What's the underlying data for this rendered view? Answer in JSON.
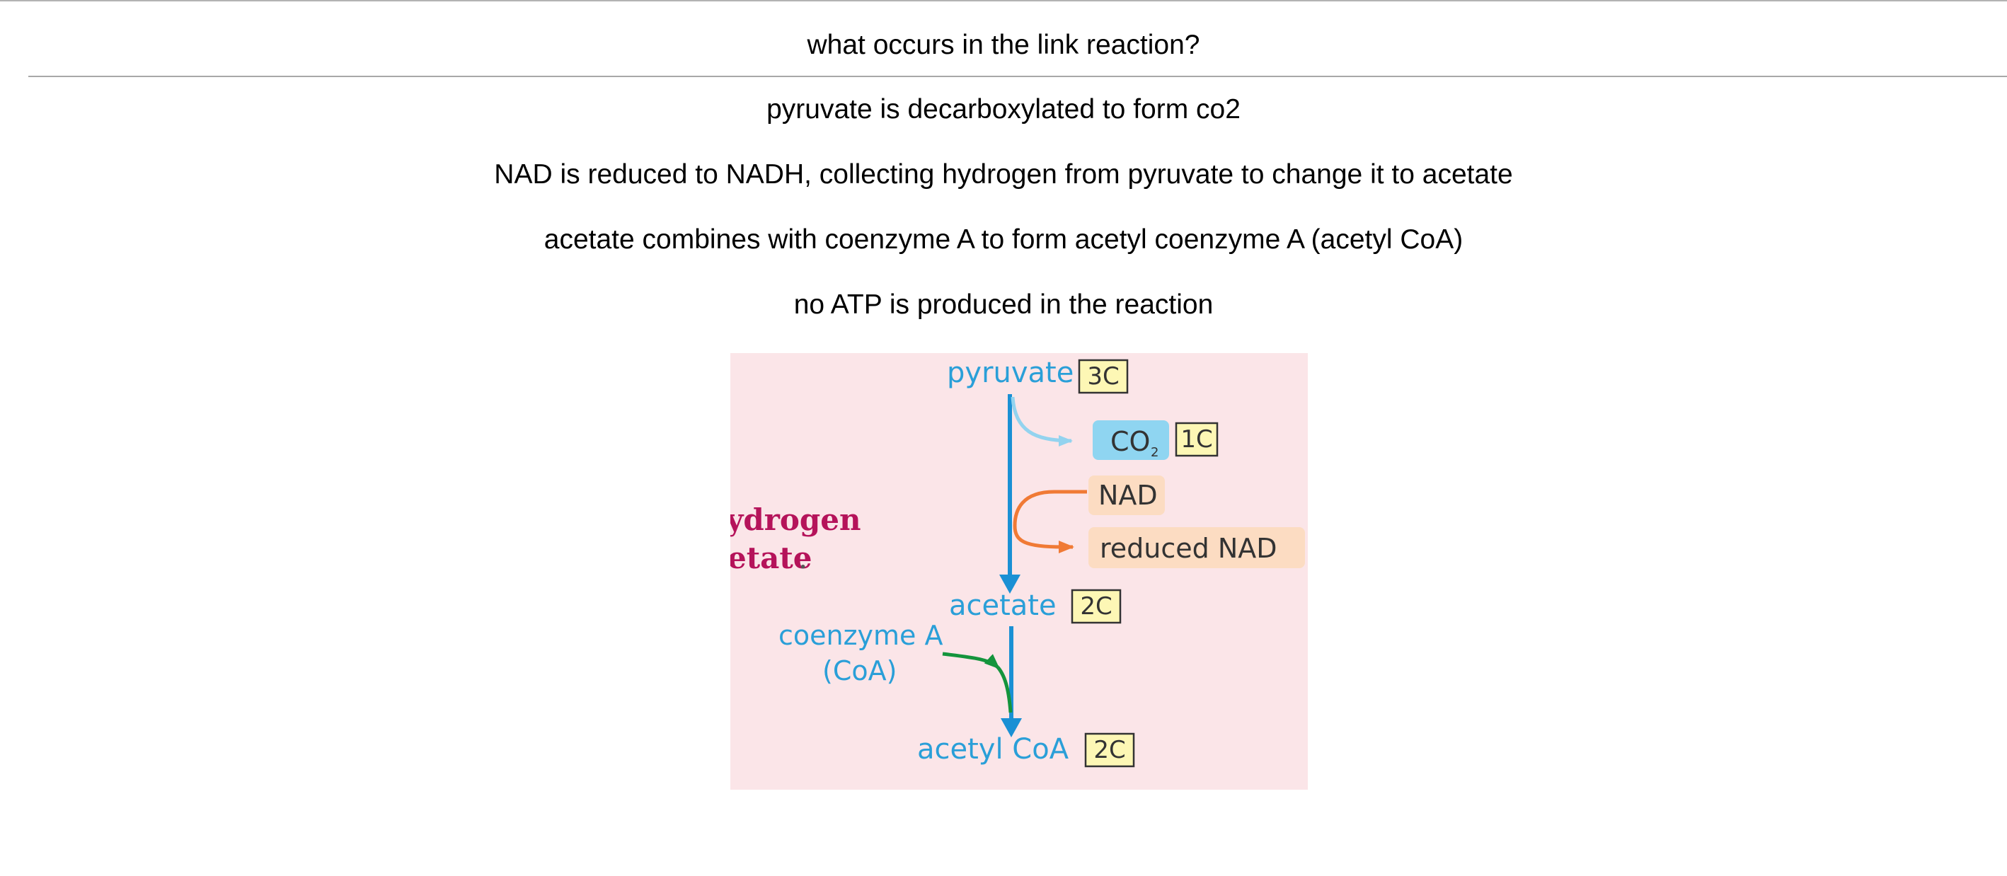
{
  "card": {
    "question": "what occurs in the link reaction?",
    "answers": [
      "pyruvate is decarboxylated to form co2",
      "NAD is reduced to NADH, collecting hydrogen from pyruvate to change it to acetate",
      "acetate combines with coenzyme A to form acetyl coenzyme A (acetyl CoA)",
      "no ATP is produced in the reaction"
    ]
  },
  "diagram": {
    "pyruvate": "pyruvate",
    "pyruvate_carbons": "3C",
    "co2": "CO",
    "co2_sub": "2",
    "co2_carbons": "1C",
    "nad": "NAD",
    "reduced_nad": "reduced NAD",
    "acetate": "acetate",
    "acetate_carbons": "2C",
    "coenzyme_a": "coenzyme A",
    "coa": "(CoA)",
    "acetyl_coa": "acetyl CoA",
    "acetyl_coa_carbons": "2C",
    "cut_text_line1": "ydrogen",
    "cut_text_line2": "etate",
    "cut_text_period": ".",
    "colors": {
      "main_arrow": "#1a90d4",
      "co2_arrow": "#93d3ef",
      "nad_arrow": "#f07a35",
      "coa_arrow": "#14943c",
      "label_blue": "#2a9fd8",
      "carbon_box_fill": "#fdf7b5",
      "co2_box_fill": "#8fd5f1",
      "nad_box_fill": "#fcdcc2",
      "magenta_text": "#b5135a"
    }
  }
}
